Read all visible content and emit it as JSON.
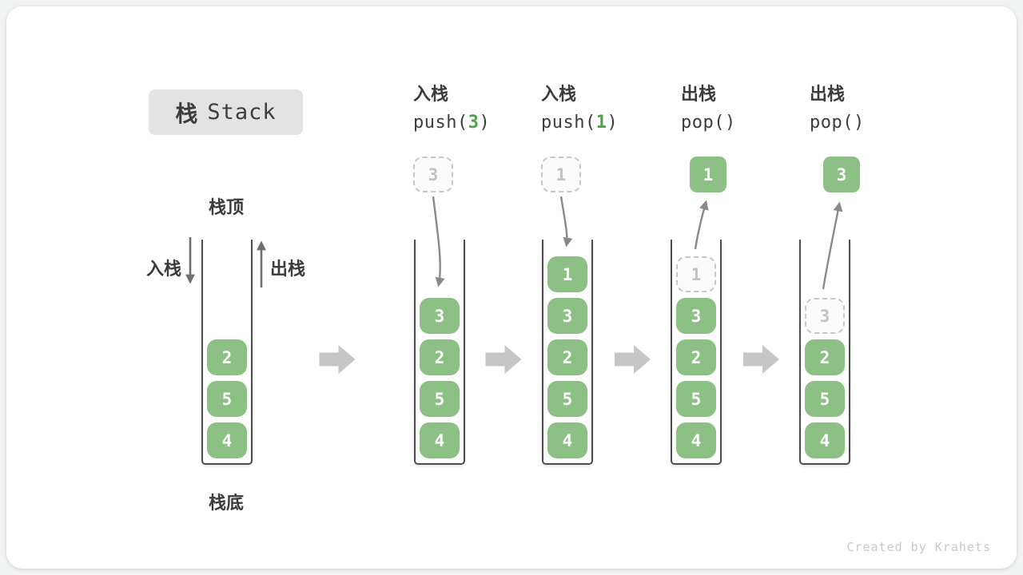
{
  "title": {
    "zh": "栈",
    "en": "Stack"
  },
  "annotations": {
    "stack_top": "栈顶",
    "stack_bottom": "栈底",
    "push_side": "入栈",
    "pop_side": "出栈"
  },
  "footer": {
    "credit": "Created by Krahets"
  },
  "colors": {
    "cell_green": "#8dc084",
    "code_arg_green": "#4da14d",
    "step_arrow_gray": "#c6c6c6",
    "flow_arrow_gray": "#8a8a8a",
    "side_arrow_gray": "#6f6f6f",
    "badge_bg": "#e3e3e3",
    "text_dark": "#3b3b3b",
    "ghost_border": "#c6c6c6",
    "ghost_text": "#c2c2c2"
  },
  "stacks": [
    {
      "name": "initial-stack",
      "cells": [
        {
          "value": "2",
          "style": "solid"
        },
        {
          "value": "5",
          "style": "solid"
        },
        {
          "value": "4",
          "style": "solid"
        }
      ]
    },
    {
      "name": "stack-after-push-3",
      "op": {
        "label": "入栈",
        "code_before": "push(",
        "arg": "3",
        "code_after": ")"
      },
      "floating": {
        "value": "3",
        "style": "ghost"
      },
      "cells": [
        {
          "value": "3",
          "style": "solid"
        },
        {
          "value": "2",
          "style": "solid"
        },
        {
          "value": "5",
          "style": "solid"
        },
        {
          "value": "4",
          "style": "solid"
        }
      ]
    },
    {
      "name": "stack-after-push-1",
      "op": {
        "label": "入栈",
        "code_before": "push(",
        "arg": "1",
        "code_after": ")"
      },
      "floating": {
        "value": "1",
        "style": "ghost"
      },
      "cells": [
        {
          "value": "1",
          "style": "solid"
        },
        {
          "value": "3",
          "style": "solid"
        },
        {
          "value": "2",
          "style": "solid"
        },
        {
          "value": "5",
          "style": "solid"
        },
        {
          "value": "4",
          "style": "solid"
        }
      ]
    },
    {
      "name": "stack-after-pop-1",
      "op": {
        "label": "出栈",
        "code_before": "pop(",
        "arg": "",
        "code_after": ")"
      },
      "floating": {
        "value": "1",
        "style": "solid"
      },
      "cells": [
        {
          "value": "1",
          "style": "ghost"
        },
        {
          "value": "3",
          "style": "solid"
        },
        {
          "value": "2",
          "style": "solid"
        },
        {
          "value": "5",
          "style": "solid"
        },
        {
          "value": "4",
          "style": "solid"
        }
      ]
    },
    {
      "name": "stack-after-pop-3",
      "op": {
        "label": "出栈",
        "code_before": "pop(",
        "arg": "",
        "code_after": ")"
      },
      "floating": {
        "value": "3",
        "style": "solid"
      },
      "cells": [
        {
          "value": "3",
          "style": "ghost"
        },
        {
          "value": "2",
          "style": "solid"
        },
        {
          "value": "5",
          "style": "solid"
        },
        {
          "value": "4",
          "style": "solid"
        }
      ]
    }
  ]
}
